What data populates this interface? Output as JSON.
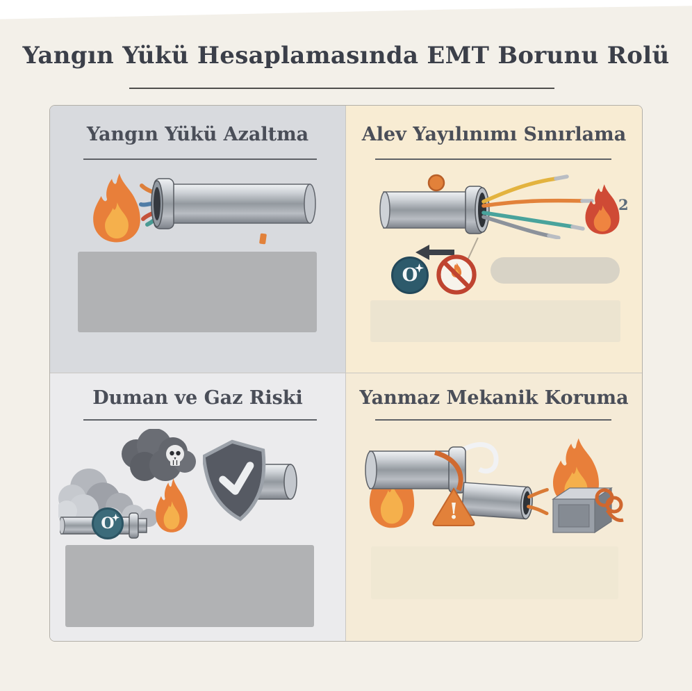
{
  "page": {
    "title": "Yangın Yükü Hesaplamasında EMT Borunu Rolü"
  },
  "quadrants": {
    "top_left": {
      "title": "Yangın Yükü Azaltma"
    },
    "top_right": {
      "title": "Alev Yayılınımı Sınırlama",
      "flame_superscript": "2",
      "oxygen_symbol": "O"
    },
    "bottom_left": {
      "title": "Duman ve Gaz Riski",
      "oxygen_symbol": "O"
    },
    "bottom_right": {
      "title": "Yanmaz Mekanik Koruma",
      "warning_mark": "!"
    }
  },
  "colors": {
    "background": "#f3f0e9",
    "panel_border": "#b2afa8",
    "quad_top_left_bg": "#d8dade",
    "quad_top_right_bg": "#f8ecd3",
    "quad_bottom_left_bg": "#ebebed",
    "quad_bottom_right_bg": "#f5ebd7",
    "title_text": "#3b3f49",
    "quad_title_text": "#4a4e58",
    "flame_orange": "#e87f3a",
    "flame_yellow": "#f5b04c",
    "flame_red": "#cf4a35",
    "placeholder_gray": "#b1b2b4",
    "placeholder_cream": "#ece4d0",
    "warning_orange": "#e2813a",
    "prohibition_red": "#bf4430",
    "oxygen_teal": "#2d5a6b",
    "metal_gray": "#93999f"
  }
}
